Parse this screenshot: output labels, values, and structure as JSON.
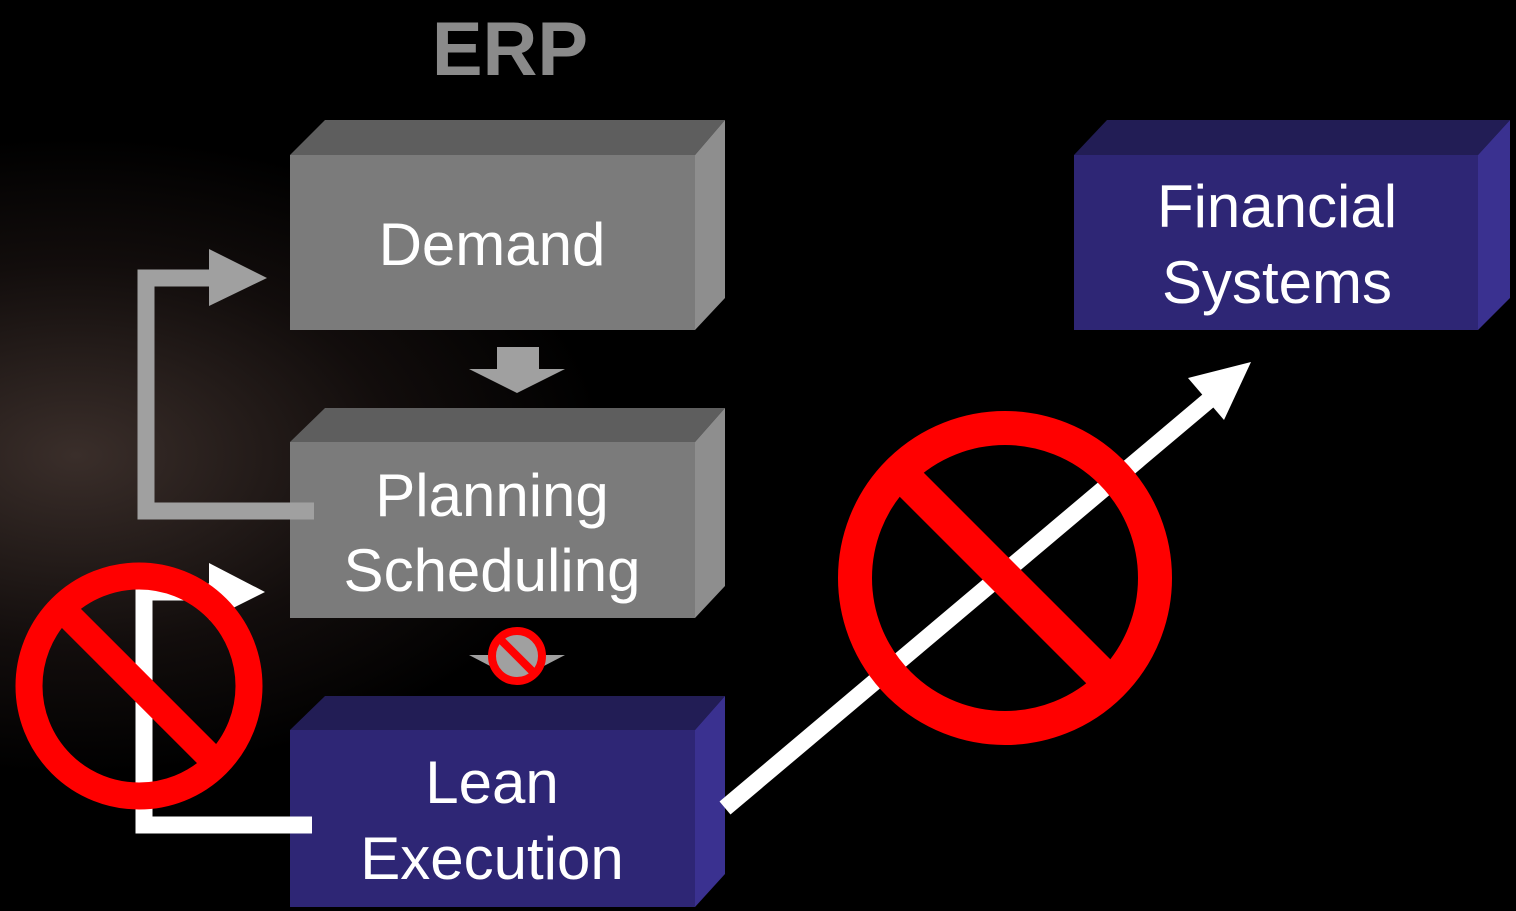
{
  "title": "ERP",
  "boxes": {
    "demand": {
      "label": "Demand"
    },
    "planning": {
      "line1": "Planning",
      "line2": "Scheduling"
    },
    "lean": {
      "line1": "Lean",
      "line2": "Execution"
    },
    "financial": {
      "line1": "Financial",
      "line2": "Systems"
    }
  },
  "colors": {
    "background": "#000000",
    "title": "#8a8a8a",
    "grey_box_front": "#7b7b7b",
    "grey_box_top": "#5e5e5e",
    "grey_box_side": "#8e8e8e",
    "blue_box_front": "#2e2675",
    "blue_box_top": "#221d55",
    "blue_box_side": "#3a3190",
    "arrow_grey": "#a0a0a0",
    "arrow_white": "#ffffff",
    "prohibition_red": "#ff0000",
    "text_white": "#ffffff"
  },
  "icons": {
    "prohibition": "prohibition-icon",
    "arrow": "arrow-icon"
  }
}
